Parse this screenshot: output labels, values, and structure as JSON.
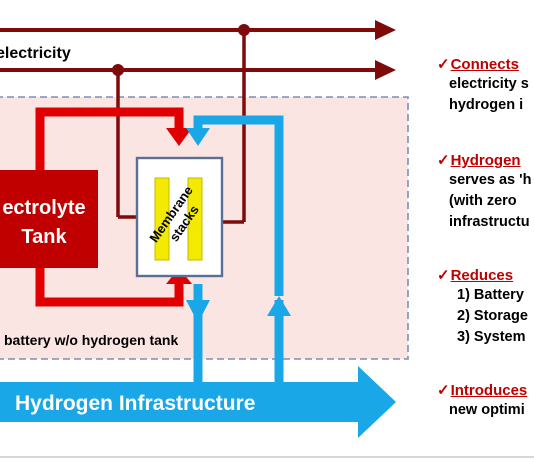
{
  "diagram": {
    "electricity_label": "electricity",
    "electrolyte_tank_line1": "ectrolyte",
    "electrolyte_tank_line2": "Tank",
    "membrane_line1": "Membrane",
    "membrane_line2": "stacks",
    "battery_caption": "battery w/o hydrogen tank",
    "hydrogen_infrastructure_label": "Hydrogen Infrastructure"
  },
  "bullets": [
    {
      "title": "Connects",
      "lines": [
        "electricity s",
        "hydrogen i"
      ]
    },
    {
      "title": "Hydrogen",
      "lines": [
        "serves as 'h",
        "(with zero",
        "infrastructu"
      ]
    },
    {
      "title": "Reduces",
      "lines": [
        "1) Battery",
        "2) Storage",
        "3) System"
      ]
    },
    {
      "title": "Introduces",
      "lines": [
        "new optimi"
      ]
    }
  ],
  "colors": {
    "electricity_line": "#7f0a0a",
    "electrolyte_flow": "#e00000",
    "tank_fill": "#c00000",
    "hydrogen_flow": "#1aa7e8",
    "membrane_fill": "#f2ea00",
    "battery_region": "#fbe5e3",
    "battery_border": "#7b8fb8"
  }
}
